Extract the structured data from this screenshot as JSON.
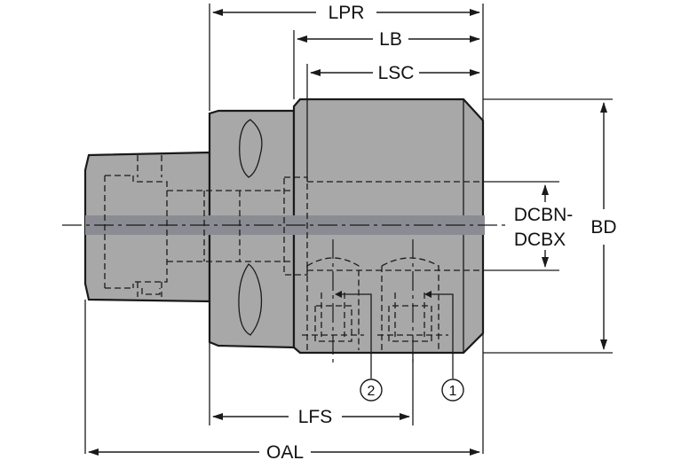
{
  "labels": {
    "lpr": "LPR",
    "lb": "LB",
    "lsc": "LSC",
    "dcbn": "DCBN-",
    "dcbx": "DCBX",
    "bd": "BD",
    "lfs": "LFS",
    "oal": "OAL"
  },
  "callouts": {
    "one": "1",
    "two": "2"
  },
  "colors": {
    "body_fill": "#a8a8a8",
    "body_dark": "#8e8e8e",
    "center_band": "#8b8b93",
    "line": "#1a1a1a"
  }
}
